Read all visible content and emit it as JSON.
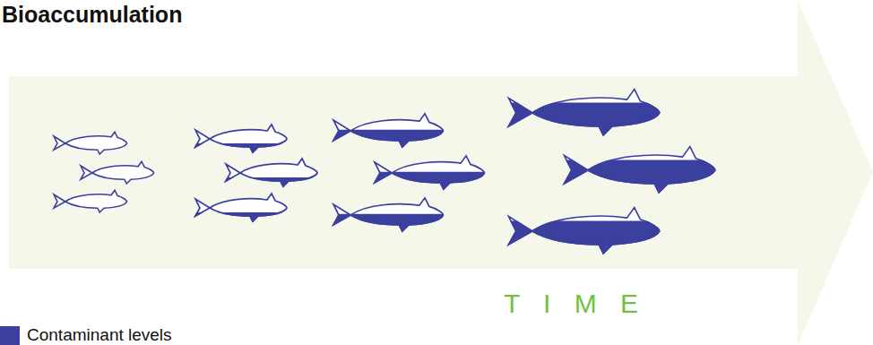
{
  "diagram": {
    "title": "Bioaccumulation",
    "labels": [
      "T I M E"
    ],
    "legend": [
      {
        "text": "Contaminant levels",
        "color": "#3b3f9e"
      }
    ]
  }
}
